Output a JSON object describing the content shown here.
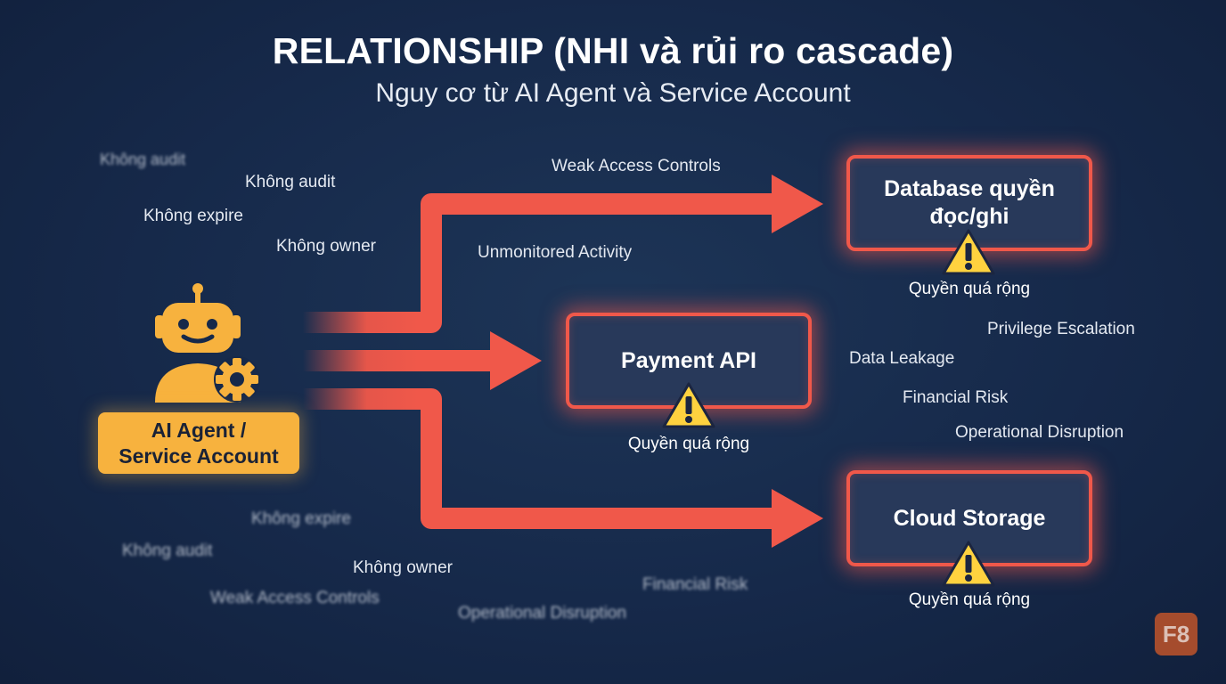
{
  "title": "RELATIONSHIP (NHI và rủi ro cascade)",
  "subtitle": "Nguy cơ từ AI Agent và Service Account",
  "source": {
    "label_line1": "AI Agent /",
    "label_line2": "Service Account",
    "icon": "robot-gear-icon"
  },
  "targets": [
    {
      "name_line1": "Database quyền",
      "name_line2": "đọc/ghi",
      "warning": "Quyền quá rộng",
      "icon": "warning-icon"
    },
    {
      "name_line1": "Payment API",
      "name_line2": "",
      "warning": "Quyền quá rộng",
      "icon": "warning-icon"
    },
    {
      "name_line1": "Cloud Storage",
      "name_line2": "",
      "warning": "Quyền quá rộng",
      "icon": "warning-icon"
    }
  ],
  "labels_left_top": {
    "blur_audit": "Không audit",
    "audit": "Không audit",
    "expire": "Không expire",
    "owner": "Không owner"
  },
  "labels_arrows": {
    "weak": "Weak Access Controls",
    "unmonitored": "Unmonitored Activity"
  },
  "labels_right": {
    "privilege": "Privilege Escalation",
    "leakage": "Data Leakage",
    "financial": "Financial Risk",
    "operational": "Operational Disruption"
  },
  "labels_bottom": {
    "blur_expire": "Không expire",
    "blur_audit": "Không audit",
    "owner": "Không owner",
    "blur_weak": "Weak Access Controls",
    "blur_financial": "Financial Risk",
    "blur_operational": "Operational Disruption"
  },
  "logo": "F8",
  "colors": {
    "background": "#16294a",
    "arrow": "#f0584a",
    "agent": "#f7b23e",
    "warning": "#ffd23f"
  }
}
